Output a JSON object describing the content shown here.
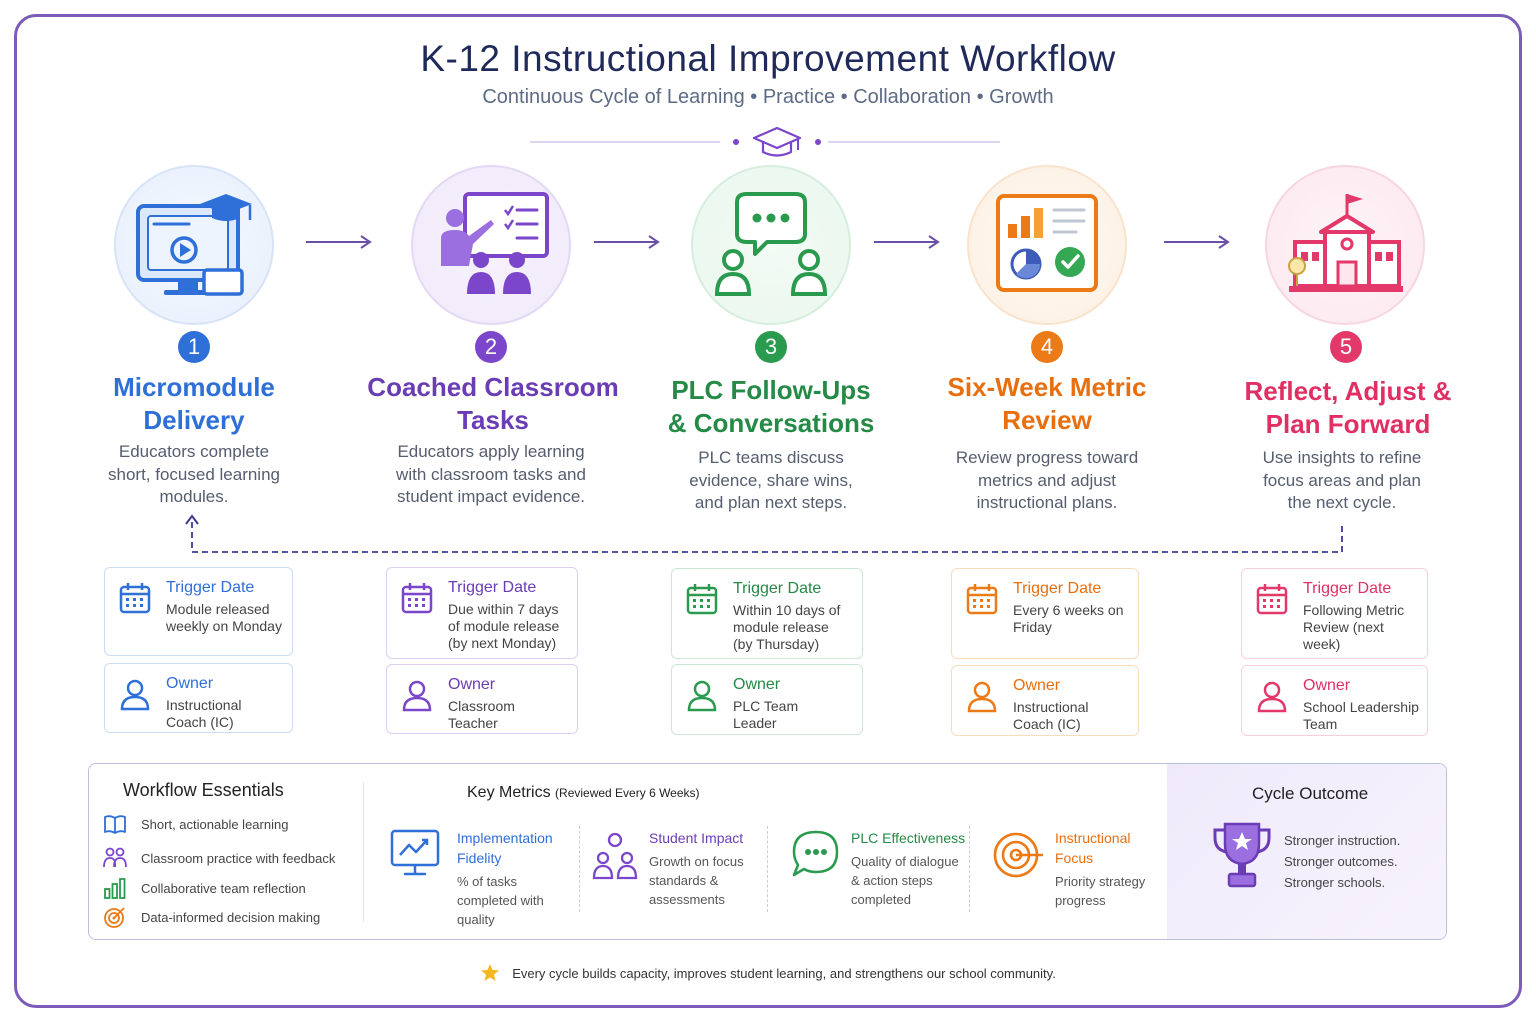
{
  "header": {
    "title": "K-12 Instructional Improvement Workflow",
    "subtitle": "Continuous Cycle of Learning • Practice • Collaboration • Growth",
    "emblem_icon": "graduation-cap-icon"
  },
  "steps": [
    {
      "number": "1",
      "heading": "Micromodule Delivery",
      "description": "Educators complete short, focused learning modules.",
      "icon": "monitor-video-icon",
      "color": "#2f6fd8",
      "trigger": {
        "label": "Trigger Date",
        "text": "Module released weekly on Monday"
      },
      "owner": {
        "label": "Owner",
        "text": "Instructional Coach (IC)"
      }
    },
    {
      "number": "2",
      "heading": "Coached Classroom Tasks",
      "description": "Educators apply learning with classroom tasks and student impact evidence.",
      "icon": "teacher-board-icon",
      "color": "#7b46c9",
      "trigger": {
        "label": "Trigger Date",
        "text": "Due within 7 days of module release (by next Monday)"
      },
      "owner": {
        "label": "Owner",
        "text": "Classroom Teacher"
      }
    },
    {
      "number": "3",
      "heading": "PLC Follow-Ups & Conversations",
      "description": "PLC teams discuss evidence, share wins, and plan next steps.",
      "icon": "conversation-icon",
      "color": "#2a9a4f",
      "trigger": {
        "label": "Trigger Date",
        "text": "Within 10 days of module release (by Thursday)"
      },
      "owner": {
        "label": "Owner",
        "text": "PLC Team Leader"
      }
    },
    {
      "number": "4",
      "heading": "Six-Week Metric Review",
      "description": "Review progress toward metrics and adjust instructional plans.",
      "icon": "dashboard-icon",
      "color": "#ec7a16",
      "trigger": {
        "label": "Trigger Date",
        "text": "Every 6 weeks on Friday"
      },
      "owner": {
        "label": "Owner",
        "text": "Instructional Coach (IC)"
      }
    },
    {
      "number": "5",
      "heading": "Reflect, Adjust & Plan Forward",
      "description": "Use insights to refine focus areas and plan the next cycle.",
      "icon": "school-building-icon",
      "color": "#e2386a",
      "trigger": {
        "label": "Trigger Date",
        "text": "Following Metric Review (next week)"
      },
      "owner": {
        "label": "Owner",
        "text": "School Leadership Team"
      }
    }
  ],
  "essentials": {
    "title": "Workflow Essentials",
    "items": [
      {
        "icon": "book-icon",
        "text": "Short, actionable learning"
      },
      {
        "icon": "people-icon",
        "text": "Classroom practice with feedback"
      },
      {
        "icon": "bar-chart-icon",
        "text": "Collaborative team reflection"
      },
      {
        "icon": "target-icon",
        "text": "Data-informed decision making"
      }
    ]
  },
  "key_metrics": {
    "title": "Key Metrics",
    "note": "(Reviewed Every 6 Weeks)",
    "metrics": [
      {
        "icon": "monitor-trend-icon",
        "title": "Implementation Fidelity",
        "text": "% of tasks completed with quality",
        "color": "#2f6fd8"
      },
      {
        "icon": "students-icon",
        "title": "Student Impact",
        "text": "Growth on focus standards & assessments",
        "color": "#7b46c9"
      },
      {
        "icon": "chat-bubble-icon",
        "title": "PLC Effectiveness",
        "text": "Quality of dialogue & action steps completed",
        "color": "#2a9a4f"
      },
      {
        "icon": "bullseye-icon",
        "title": "Instructional Focus",
        "text": "Priority strategy progress",
        "color": "#ec7a16"
      }
    ]
  },
  "outcome": {
    "title": "Cycle Outcome",
    "icon": "trophy-icon",
    "lines": [
      "Stronger instruction.",
      "Stronger outcomes.",
      "Stronger schools."
    ]
  },
  "footer": {
    "icon": "star-icon",
    "text": "Every cycle builds capacity, improves student learning, and strengthens our school community."
  }
}
